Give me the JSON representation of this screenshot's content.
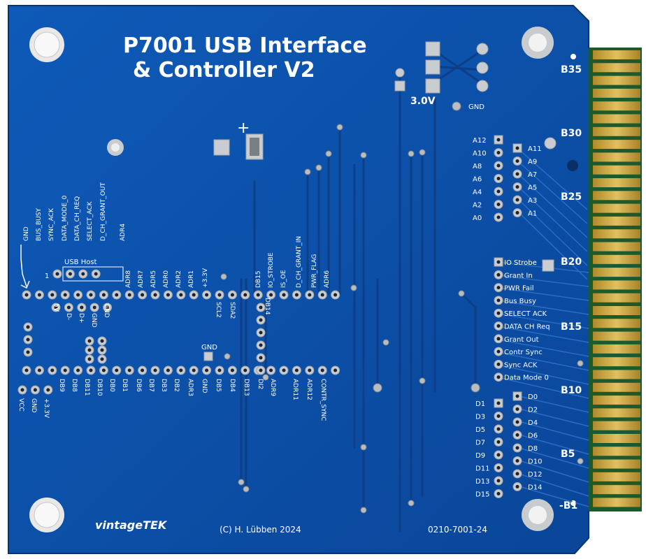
{
  "board": {
    "title_line1": "P7001 USB Interface",
    "title_line2": "& Controller V2",
    "copyright": "(C) H. Lübben 2024",
    "part_number": "0210-7001-24",
    "logo_text": "vintageTEK",
    "voltage_select": "3.0V",
    "gnd_top": "GND",
    "gnd_mid": "GND",
    "plus_mark": "+",
    "pin1_mark": "1",
    "colors": {
      "board": "#0b4fa8",
      "board_dark": "#0a3f8a",
      "silk": "#ffffff",
      "gold": "#c9a53a"
    }
  },
  "edge_labels": [
    "B35",
    "B30",
    "B25",
    "B20",
    "B15",
    "B10",
    "B5",
    "-B1"
  ],
  "left_vertical_labels": [
    "GND",
    "BUS_BUSY",
    "SYNC_ACK",
    "DATA_MODE_0",
    "DATA_CH_REQ",
    "SELECT_ACK",
    "D_CH_GRANT_OUT",
    "ADR4"
  ],
  "usb_host_label": "USB Host",
  "top_header_labels": [
    "ADR8",
    "ADR7",
    "ADR5",
    "ADR0",
    "ADR2",
    "ADR1",
    "+3.3V",
    "DB15",
    "IO_STROBE",
    "IS_OE",
    "D_CH_GRANT_IN",
    "PWR_FLAG",
    "ADR6"
  ],
  "mid_labels": [
    "5V",
    "D-",
    "D+",
    "GND",
    "GND",
    "SCL2",
    "SDA2",
    "DB14"
  ],
  "bottom_header_labels": [
    "DB9",
    "DB8",
    "DB11",
    "DB10",
    "DB0",
    "DB1",
    "DB6",
    "DB7",
    "DB3",
    "DB2",
    "ADR3",
    "GND",
    "DB5",
    "DB4",
    "DB13",
    "DI2",
    "ADR9",
    "ADR11",
    "ADR12",
    "CONTR_SYNC"
  ],
  "power_labels": [
    "VCC",
    "GND",
    "+3.3V"
  ],
  "addr_left": [
    "A12",
    "A10",
    "A8",
    "A6",
    "A4",
    "A2",
    "A0"
  ],
  "addr_right": [
    "A11",
    "A9",
    "A7",
    "A5",
    "A3",
    "A1"
  ],
  "ctrl_labels": [
    "IO Strobe",
    "Grant In",
    "PWR Fail",
    "Bus Busy",
    "SELECT ACK",
    "DATA CH Req",
    "Grant Out",
    "Contr Sync",
    "Sync ACK",
    "Data Mode 0"
  ],
  "data_left": [
    "D1",
    "D3",
    "D5",
    "D7",
    "D9",
    "D11",
    "D13",
    "D15"
  ],
  "data_right": [
    "D0",
    "D2",
    "D4",
    "D6",
    "D8",
    "D10",
    "D12",
    "D14"
  ]
}
